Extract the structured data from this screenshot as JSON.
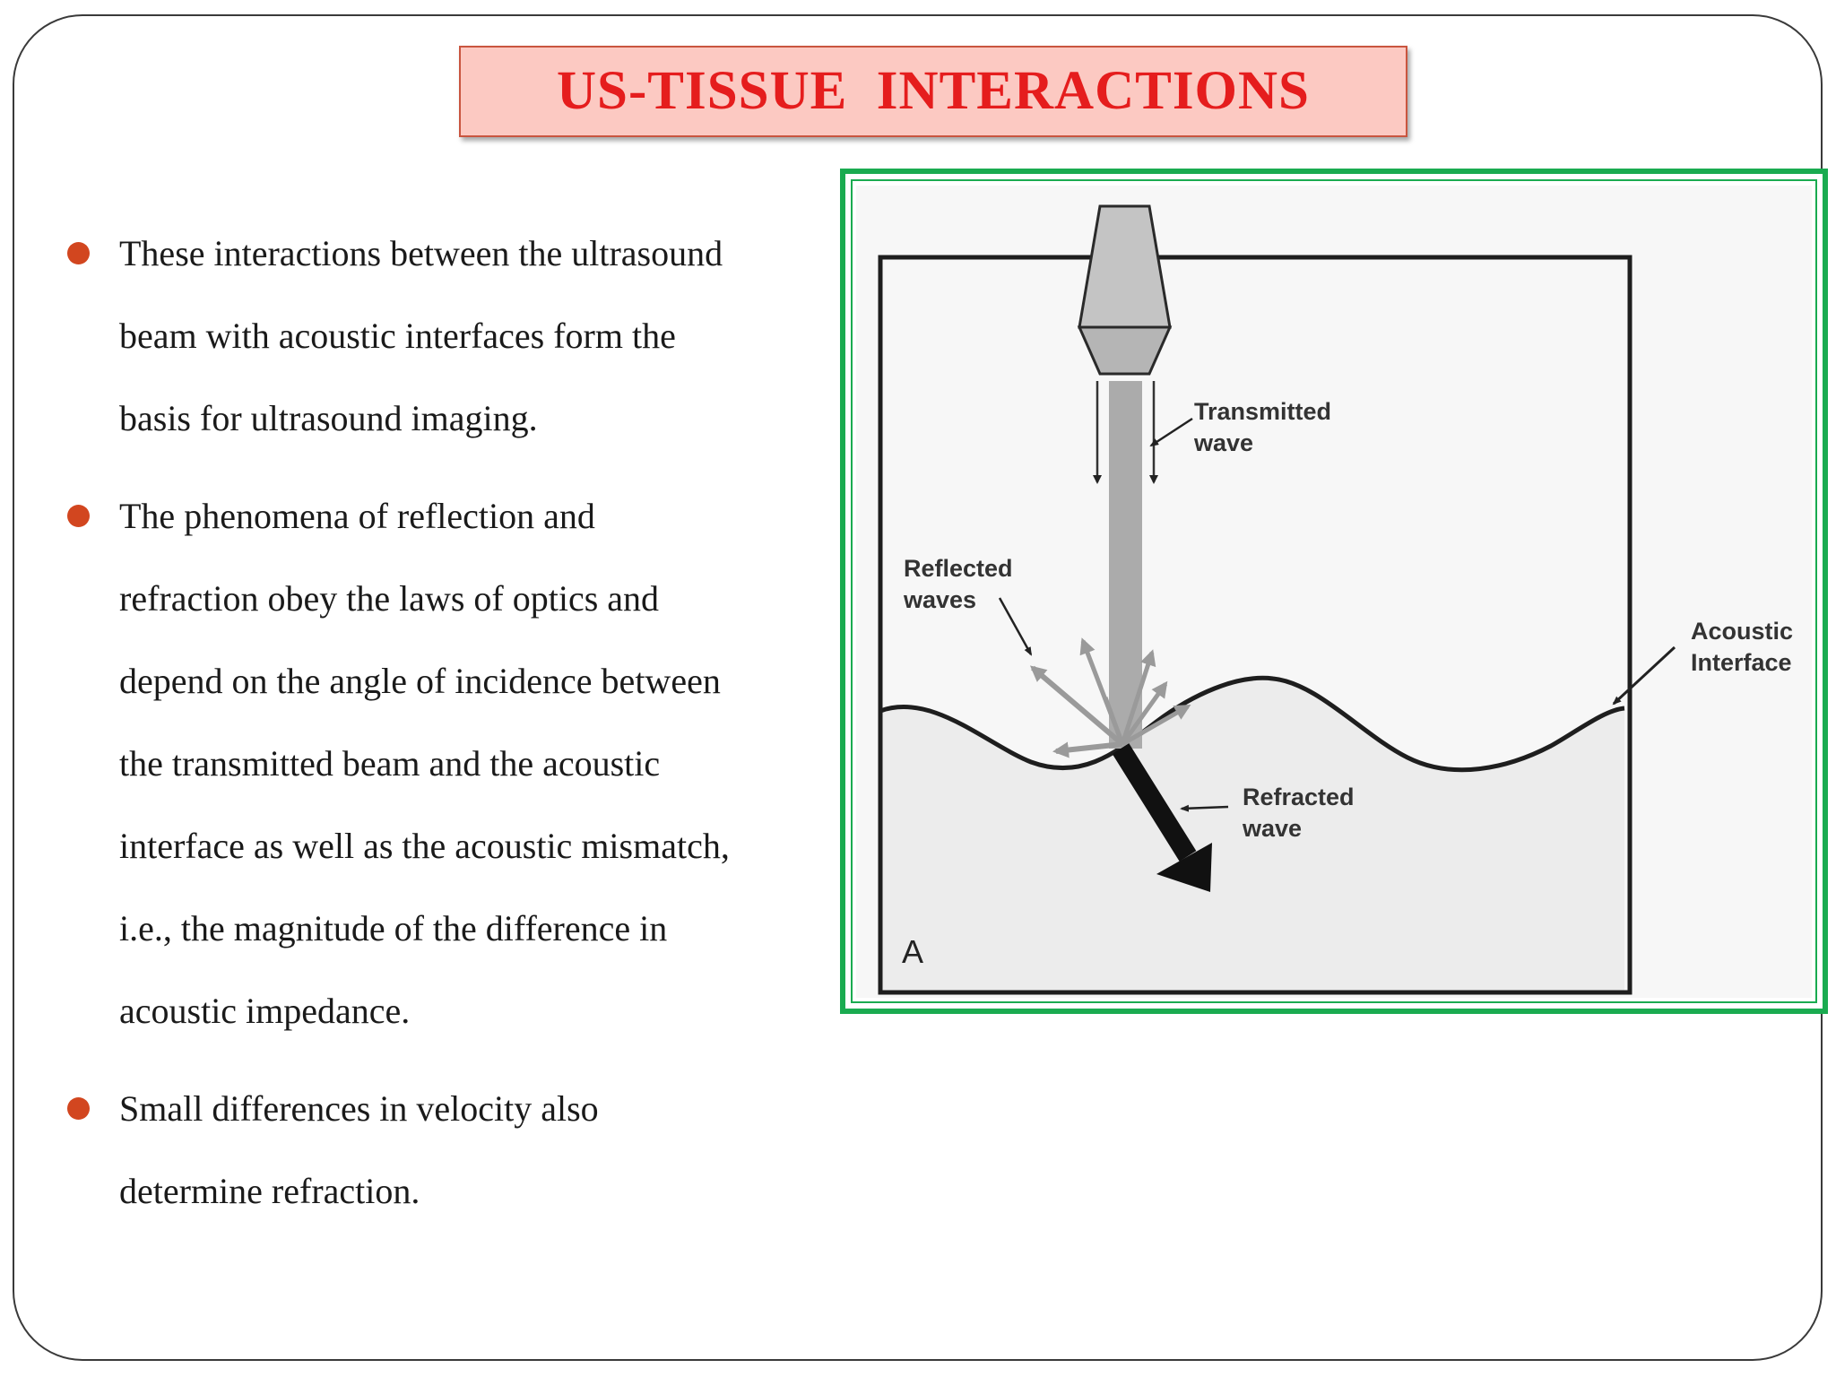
{
  "title": "US-TISSUE  INTERACTIONS",
  "bullets": [
    {
      "lines": [
        "These interactions between the ultrasound",
        "beam with acoustic interfaces form the",
        "basis for ultrasound imaging."
      ]
    },
    {
      "lines": [
        "The phenomena of reflection and",
        "refraction obey the laws of optics and",
        "depend on the angle of incidence between",
        "the transmitted beam and the acoustic",
        "interface as well as the acoustic mismatch,",
        "i.e., the magnitude of the difference in",
        "acoustic impedance."
      ]
    },
    {
      "lines": [
        " Small differences in velocity also",
        "determine refraction."
      ]
    }
  ],
  "diagram": {
    "labels": {
      "transmitted_1": "Transmitted",
      "transmitted_2": "wave",
      "reflected_1": "Reflected",
      "reflected_2": "waves",
      "acoustic_1": "Acoustic",
      "acoustic_2": "Interface",
      "refracted_1": "Refracted",
      "refracted_2": "wave",
      "panel": "A"
    },
    "colors": {
      "frame": "#1aab50",
      "bullet": "#d2461f",
      "title_bg": "#fcc9c2",
      "title_text": "#e51d1d",
      "tissue_fill": "#ececec",
      "beam": "#ababab",
      "reflected_arrows": "#9a9a9a"
    }
  }
}
